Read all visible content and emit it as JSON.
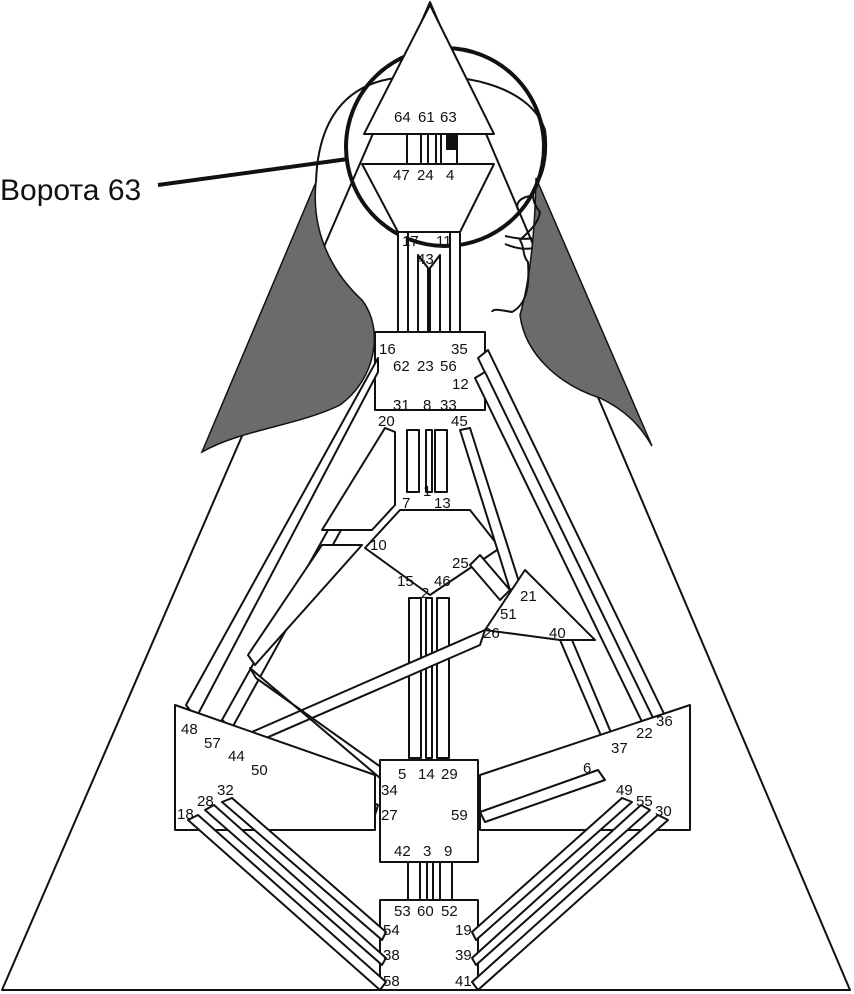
{
  "callout": {
    "label": "Ворота 63"
  },
  "colors": {
    "outline": "#111111",
    "shade": "#6b6b6b",
    "background": "#ffffff",
    "highlight": "#111111"
  },
  "highlighted_gate": "63",
  "gates": {
    "g64": "64",
    "g61": "61",
    "g63": "63",
    "g47": "47",
    "g24": "24",
    "g4": "4",
    "g17": "17",
    "g11": "11",
    "g43": "43",
    "g16": "16",
    "g35": "35",
    "g62": "62",
    "g23": "23",
    "g56": "56",
    "g12": "12",
    "g31": "31",
    "g8": "8",
    "g33": "33",
    "g20": "20",
    "g45": "45",
    "g7": "7",
    "g1": "1",
    "g13": "13",
    "g10": "10",
    "g25": "25",
    "g15": "15",
    "g2": "2",
    "g46": "46",
    "g21": "21",
    "g51": "51",
    "g26": "26",
    "g40": "40",
    "g48": "48",
    "g57": "57",
    "g44": "44",
    "g50": "50",
    "g36": "36",
    "g22": "22",
    "g37": "37",
    "g6": "6",
    "g5": "5",
    "g14": "14",
    "g29": "29",
    "g34": "34",
    "g27": "27",
    "g59": "59",
    "g32": "32",
    "g28": "28",
    "g18": "18",
    "g49": "49",
    "g55": "55",
    "g30": "30",
    "g42": "42",
    "g3": "3",
    "g9": "9",
    "g53": "53",
    "g60": "60",
    "g52": "52",
    "g54": "54",
    "g19": "19",
    "g38": "38",
    "g39": "39",
    "g58": "58",
    "g41": "41"
  }
}
